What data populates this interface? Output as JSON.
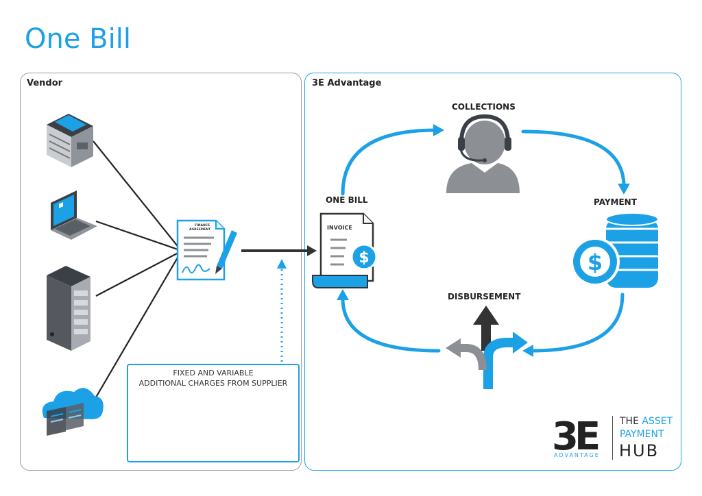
{
  "title": "One Bill",
  "vendor": {
    "label": "Vendor"
  },
  "advantage": {
    "label": "3E Advantage"
  },
  "nodes": {
    "collections": "COLLECTIONS",
    "one_bill": "ONE BILL",
    "payment": "PAYMENT",
    "disbursement": "DISBURSEMENT"
  },
  "finance_doc": {
    "line1": "FINANCE",
    "line2": "AGREEMENT"
  },
  "invoice_doc": {
    "label": "INVOICE"
  },
  "charges": {
    "line1": "FIXED AND VARIABLE",
    "line2": "ADDITIONAL CHARGES FROM SUPPLIER"
  },
  "logo": {
    "mark": "3E",
    "sub": "ADVANTAGE",
    "line1_a": "THE ",
    "line1_b": "ASSET",
    "line2": "PAYMENT",
    "line3": "HUB"
  },
  "colors": {
    "accent": "#1da1e6",
    "dark": "#3a3a3a",
    "grey": "#8c8f94"
  }
}
